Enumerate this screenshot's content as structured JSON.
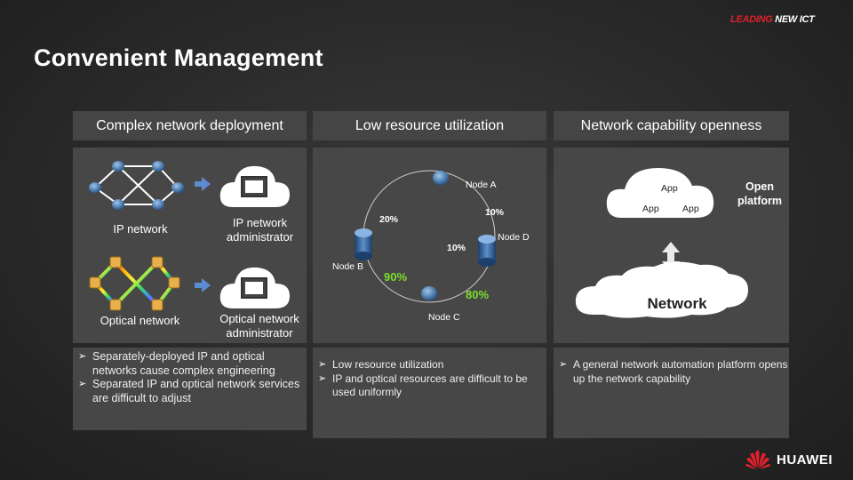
{
  "brand_tag": {
    "part1": "LEADING",
    "part2": "NEW ICT"
  },
  "title": "Convenient Management",
  "columns": [
    {
      "heading": "Complex network deployment"
    },
    {
      "heading": "Low resource utilization"
    },
    {
      "heading": "Network capability openness"
    }
  ],
  "col1": {
    "ip_network_label": "IP network",
    "ip_admin_label": "IP network administrator",
    "optical_network_label": "Optical network",
    "optical_admin_label": "Optical network administrator",
    "bullets": [
      "Separately-deployed IP and optical networks cause complex engineering",
      "Separated IP and optical network services are difficult to adjust"
    ]
  },
  "col2": {
    "node_a": "Node A",
    "node_b": "Node B",
    "node_c": "Node C",
    "node_d": "Node D",
    "pct_20": "20%",
    "pct_10_top": "10%",
    "pct_10_mid": "10%",
    "pct_90": "90%",
    "pct_80": "80%",
    "bullets": [
      "Low resource utilization",
      "IP and optical resources are difficult to be used uniformly"
    ]
  },
  "col3": {
    "app_top": "App",
    "app_left": "App",
    "app_right": "App",
    "open_platform": "Open platform",
    "network": "Network",
    "bullets": [
      "A general network automation platform opens up the network capability"
    ]
  },
  "footer": {
    "logo_text": "HUAWEI"
  },
  "colors": {
    "accent_red": "#e0202c",
    "green": "#7be02a",
    "panel": "#474747"
  }
}
